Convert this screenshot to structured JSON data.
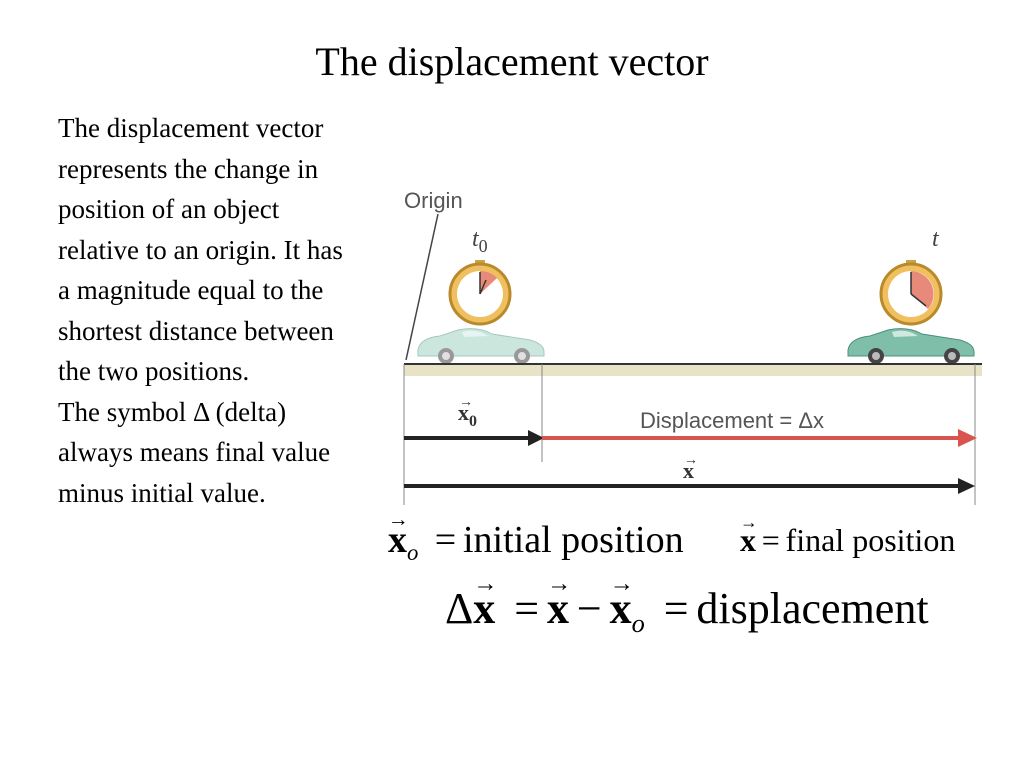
{
  "slide": {
    "title": "The displacement vector",
    "paragraph1": "The displacement vector represents the change in position of an object relative to an origin. It has a magnitude equal to the shortest distance between the two positions.",
    "paragraph2": "The symbol Δ (delta) always means final value minus initial value."
  },
  "diagram": {
    "origin_label": "Origin",
    "t0_label": "t",
    "t0_sub": "0",
    "t_label": "t",
    "x0_label": "x",
    "x0_sub": "0",
    "displacement_label": "Displacement = Δx",
    "x_label": "x",
    "colors": {
      "displacement_arrow": "#d9534f",
      "position_arrow": "#222222",
      "car": "#8fc7b5",
      "clock_face": "#f5c86b"
    }
  },
  "equations": {
    "initial": {
      "vector": "x",
      "sub": "o",
      "equals": "=",
      "text": "initial position"
    },
    "final": {
      "vector": "x",
      "equals": "=",
      "text": "final position"
    },
    "delta": {
      "delta": "Δ",
      "lhs": "x",
      "equals1": "=",
      "x": "x",
      "minus": "−",
      "x0": "x",
      "x0_sub": "o",
      "equals2": "=",
      "text": "displacement"
    }
  }
}
